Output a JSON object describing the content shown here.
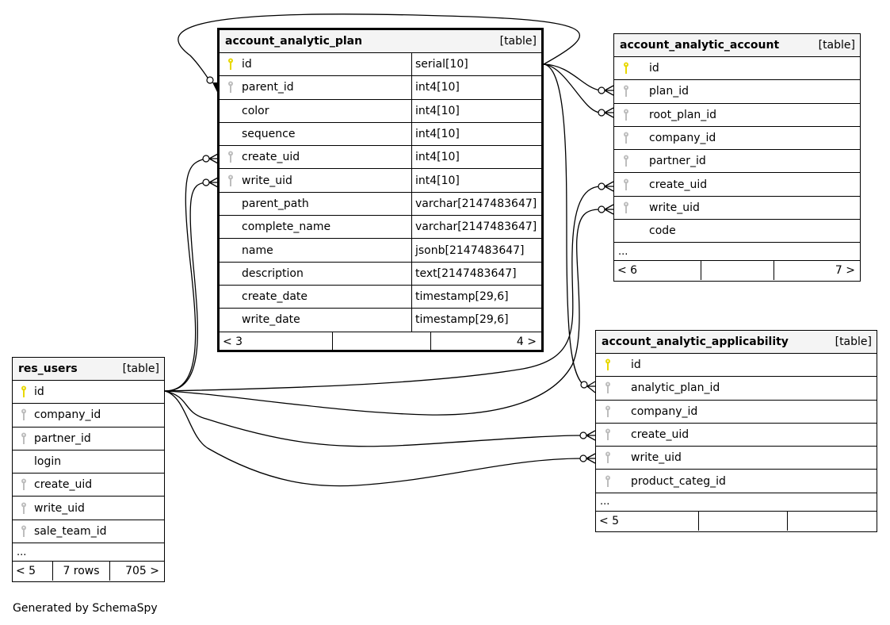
{
  "colors": {
    "primary_key": "#e8d800",
    "foreign_key": "#bdbdbd",
    "header_bg": "#f4f4f4",
    "edge": "#000000"
  },
  "tables": {
    "plan": {
      "name": "account_analytic_plan",
      "kind": "[table]",
      "focused": true,
      "columns": [
        {
          "name": "id",
          "type": "serial[10]",
          "key": "primary"
        },
        {
          "name": "parent_id",
          "type": "int4[10]",
          "key": "foreign"
        },
        {
          "name": "color",
          "type": "int4[10]",
          "key": "none"
        },
        {
          "name": "sequence",
          "type": "int4[10]",
          "key": "none"
        },
        {
          "name": "create_uid",
          "type": "int4[10]",
          "key": "foreign"
        },
        {
          "name": "write_uid",
          "type": "int4[10]",
          "key": "foreign"
        },
        {
          "name": "parent_path",
          "type": "varchar[2147483647]",
          "key": "none"
        },
        {
          "name": "complete_name",
          "type": "varchar[2147483647]",
          "key": "none"
        },
        {
          "name": "name",
          "type": "jsonb[2147483647]",
          "key": "none"
        },
        {
          "name": "description",
          "type": "text[2147483647]",
          "key": "none"
        },
        {
          "name": "create_date",
          "type": "timestamp[29,6]",
          "key": "none"
        },
        {
          "name": "write_date",
          "type": "timestamp[29,6]",
          "key": "none"
        }
      ],
      "footer": {
        "parents": "< 3",
        "rows": "",
        "children": "4 >"
      }
    },
    "account": {
      "name": "account_analytic_account",
      "kind": "[table]",
      "columns": [
        {
          "name": "id",
          "key": "primary"
        },
        {
          "name": "plan_id",
          "key": "foreign"
        },
        {
          "name": "root_plan_id",
          "key": "foreign"
        },
        {
          "name": "company_id",
          "key": "foreign"
        },
        {
          "name": "partner_id",
          "key": "foreign"
        },
        {
          "name": "create_uid",
          "key": "foreign"
        },
        {
          "name": "write_uid",
          "key": "foreign"
        },
        {
          "name": "code",
          "key": "none"
        }
      ],
      "ellipsis": "...",
      "footer": {
        "parents": "< 6",
        "rows": "",
        "children": "7 >"
      }
    },
    "applicability": {
      "name": "account_analytic_applicability",
      "kind": "[table]",
      "columns": [
        {
          "name": "id",
          "key": "primary"
        },
        {
          "name": "analytic_plan_id",
          "key": "foreign"
        },
        {
          "name": "company_id",
          "key": "foreign"
        },
        {
          "name": "create_uid",
          "key": "foreign"
        },
        {
          "name": "write_uid",
          "key": "foreign"
        },
        {
          "name": "product_categ_id",
          "key": "foreign"
        }
      ],
      "ellipsis": "...",
      "footer": {
        "parents": "< 5",
        "rows": "",
        "children": ""
      }
    },
    "users": {
      "name": "res_users",
      "kind": "[table]",
      "columns": [
        {
          "name": "id",
          "key": "primary"
        },
        {
          "name": "company_id",
          "key": "foreign"
        },
        {
          "name": "partner_id",
          "key": "foreign"
        },
        {
          "name": "login",
          "key": "none"
        },
        {
          "name": "create_uid",
          "key": "foreign"
        },
        {
          "name": "write_uid",
          "key": "foreign"
        },
        {
          "name": "sale_team_id",
          "key": "foreign"
        }
      ],
      "ellipsis": "...",
      "footer": {
        "parents": "< 5",
        "rows": "7 rows",
        "children": "705 >"
      }
    }
  },
  "relationships": [
    {
      "from": "account_analytic_plan.id",
      "to": "account_analytic_plan.parent_id"
    },
    {
      "from": "account_analytic_plan.id",
      "to": "account_analytic_account.plan_id"
    },
    {
      "from": "account_analytic_plan.id",
      "to": "account_analytic_account.root_plan_id"
    },
    {
      "from": "account_analytic_plan.id",
      "to": "account_analytic_applicability.analytic_plan_id"
    },
    {
      "from": "res_users.id",
      "to": "account_analytic_plan.create_uid"
    },
    {
      "from": "res_users.id",
      "to": "account_analytic_plan.write_uid"
    },
    {
      "from": "res_users.id",
      "to": "account_analytic_account.create_uid"
    },
    {
      "from": "res_users.id",
      "to": "account_analytic_account.write_uid"
    },
    {
      "from": "res_users.id",
      "to": "account_analytic_applicability.create_uid"
    },
    {
      "from": "res_users.id",
      "to": "account_analytic_applicability.write_uid"
    }
  ],
  "credit": "Generated by SchemaSpy"
}
